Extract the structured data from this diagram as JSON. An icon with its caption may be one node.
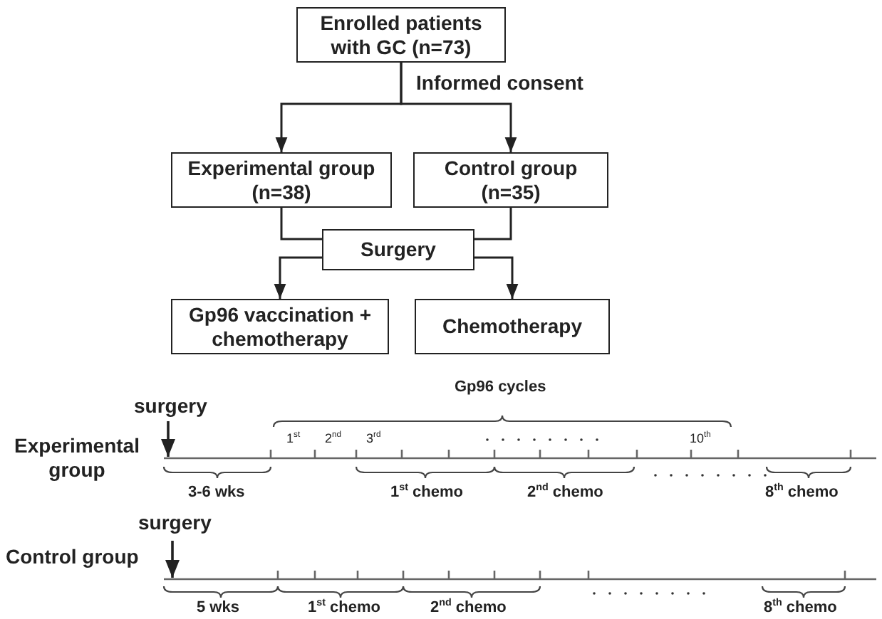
{
  "diagram": {
    "nodes": [
      {
        "text": [
          "Enrolled patients with GC (n=73)"
        ]
      },
      {
        "text": [
          "Experimental group (n=38)"
        ]
      },
      {
        "text": [
          "Control group (n=35)"
        ]
      },
      {
        "text": [
          "Surgery"
        ]
      },
      {
        "text": [
          "Gp96 vaccination + chemotherapy"
        ]
      },
      {
        "text": [
          "Chemotherapy"
        ]
      }
    ],
    "edges": [
      {
        "from": 0,
        "to": 1,
        "arrow": "to",
        "label": "Informed consent"
      },
      {
        "from": 0,
        "to": 2,
        "arrow": "to"
      },
      {
        "from": 1,
        "to": 3,
        "arrow": "none"
      },
      {
        "from": 2,
        "to": 3,
        "arrow": "none"
      },
      {
        "from": 3,
        "to": 4,
        "arrow": "to"
      },
      {
        "from": 3,
        "to": 5,
        "arrow": "to"
      }
    ],
    "labels": [
      "Gp96 cycles",
      "surgery",
      "1$^{st}$",
      "2$^{nd}$",
      "3$^{rd}$",
      "10$^{th}$",
      "Experimental group",
      "3-6 wks",
      "1$^{st}$ chemo",
      "2$^{nd}$ chemo",
      "8$^{th}$ chemo",
      "surgery",
      "Control group",
      "5 wks",
      "1$^{st}$ chemo",
      "2$^{nd}$ chemo",
      "8$^{th}$ chemo"
    ]
  }
}
